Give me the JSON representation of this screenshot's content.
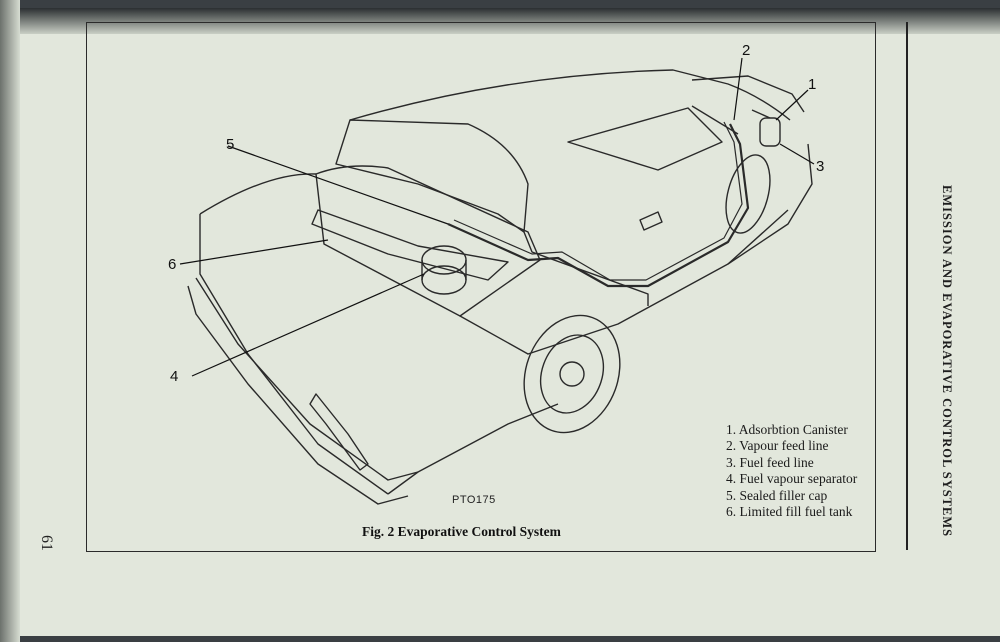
{
  "side_title": "EMISSION AND EVAPORATIVE CONTROL SYSTEMS",
  "page_number": "61",
  "figure": {
    "caption": "Fig. 2 Evaporative Control System",
    "ref_code": "PTO175",
    "callouts": [
      "1",
      "2",
      "3",
      "4",
      "5",
      "6"
    ]
  },
  "legend": [
    "1.  Adsorbtion Canister",
    "2.  Vapour feed line",
    "3.  Fuel feed line",
    "4.  Fuel vapour separator",
    "5.  Sealed filler cap",
    "6.  Limited fill fuel tank"
  ]
}
